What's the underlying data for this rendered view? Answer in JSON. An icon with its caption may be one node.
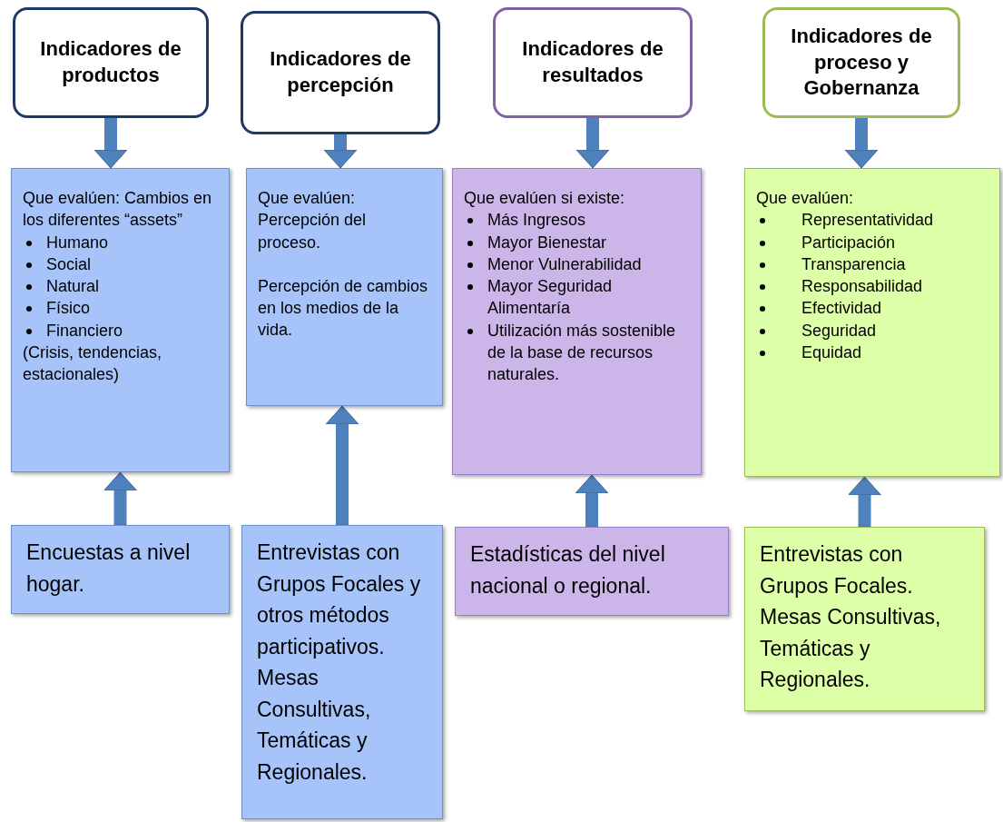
{
  "diagram": {
    "nodes": [
      {
        "text": [
          "Indicadores de productos"
        ]
      },
      {
        "text": [
          "Indicadores de percepción"
        ]
      },
      {
        "text": [
          "Indicadores de resultados"
        ]
      },
      {
        "text": [
          "Indicadores de proceso y Gobernanza"
        ]
      },
      {
        "text": [
          "Que evalúen: Cambios en los diferentes “assets”",
          "Humano",
          "Social",
          "Natural",
          "Físico",
          "Financiero",
          "(Crisis, tendencias, estacionales)"
        ]
      },
      {
        "text": [
          "Que evalúen: Percepción del proceso.",
          "Percepción de cambios en los medios de la vida."
        ]
      },
      {
        "text": [
          "Que evalúen si existe:",
          "Más Ingresos",
          "Mayor Bienestar",
          "Menor Vulnerabilidad",
          "Mayor Seguridad Alimentaría",
          "Utilización más sostenible de la base de recursos naturales."
        ]
      },
      {
        "text": [
          "Que evalúen:",
          "Representatividad",
          "Participación",
          "Transparencia",
          "Responsabilidad",
          "Efectividad",
          "Seguridad",
          "Equidad"
        ]
      },
      {
        "text": [
          "Encuestas a nivel hogar."
        ]
      },
      {
        "text": [
          "Entrevistas con Grupos Focales y otros métodos participativos. Mesas Consultivas, Temáticas y Regionales."
        ]
      },
      {
        "text": [
          "Estadísticas del nivel nacional o regional."
        ]
      },
      {
        "text": [
          "Entrevistas con Grupos Focales. Mesas Consultivas, Temáticas y Regionales."
        ]
      }
    ],
    "edges": [
      {
        "from": 0,
        "to": 4,
        "arrow": "to"
      },
      {
        "from": 1,
        "to": 5,
        "arrow": "to"
      },
      {
        "from": 2,
        "to": 6,
        "arrow": "to"
      },
      {
        "from": 3,
        "to": 7,
        "arrow": "to"
      },
      {
        "from": 8,
        "to": 4,
        "arrow": "to"
      },
      {
        "from": 9,
        "to": 5,
        "arrow": "to"
      },
      {
        "from": 10,
        "to": 6,
        "arrow": "to"
      },
      {
        "from": 11,
        "to": 7,
        "arrow": "to"
      }
    ]
  }
}
